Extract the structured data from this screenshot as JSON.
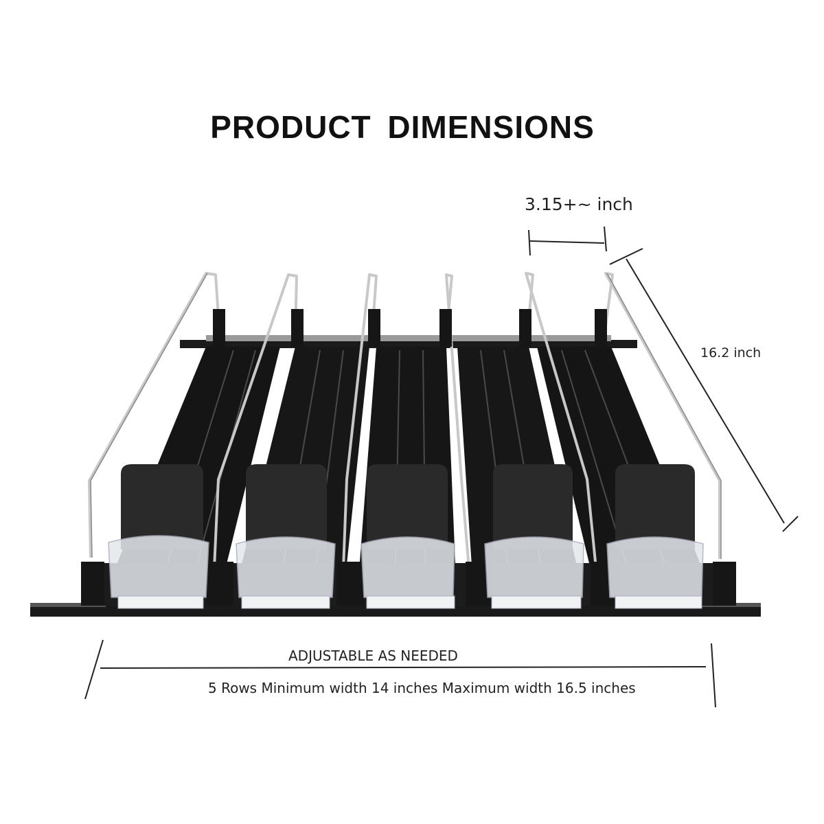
{
  "title": "PRODUCT  DIMENSIONS",
  "dimensions": {
    "lane_width": "3.15+~ inch",
    "depth": "16.2 inch",
    "adjustable": "ADJUSTABLE AS NEEDED",
    "range": "5 Rows Minimum width 14 inches Maximum width 16.5 inches"
  },
  "product": {
    "lane_count": 5,
    "colors": {
      "tray": "#1a1a1a",
      "rail": "#2b2b2b",
      "wire": "#c8c8c8",
      "pusher": "#2a2a2a",
      "clear_front": "#e4e8ec"
    }
  }
}
